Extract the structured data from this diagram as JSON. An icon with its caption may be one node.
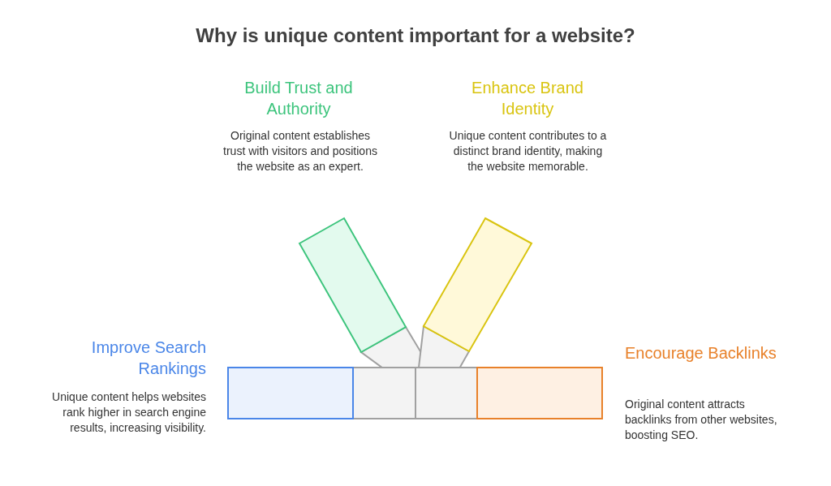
{
  "diagram": {
    "title": "Why is unique content important for a website?",
    "labels": [
      "Build Trust and Authority",
      "Original content establishes trust with visitors and positions the website as an expert.",
      "Enhance Brand Identity",
      "Unique content contributes to a distinct brand identity, making the website memorable.",
      "Improve Search Rankings",
      "Unique content helps websites rank higher in search engine results, increasing visibility.",
      "Encourage Backlinks",
      "Original content attracts backlinks from other websites, boosting SEO."
    ]
  }
}
